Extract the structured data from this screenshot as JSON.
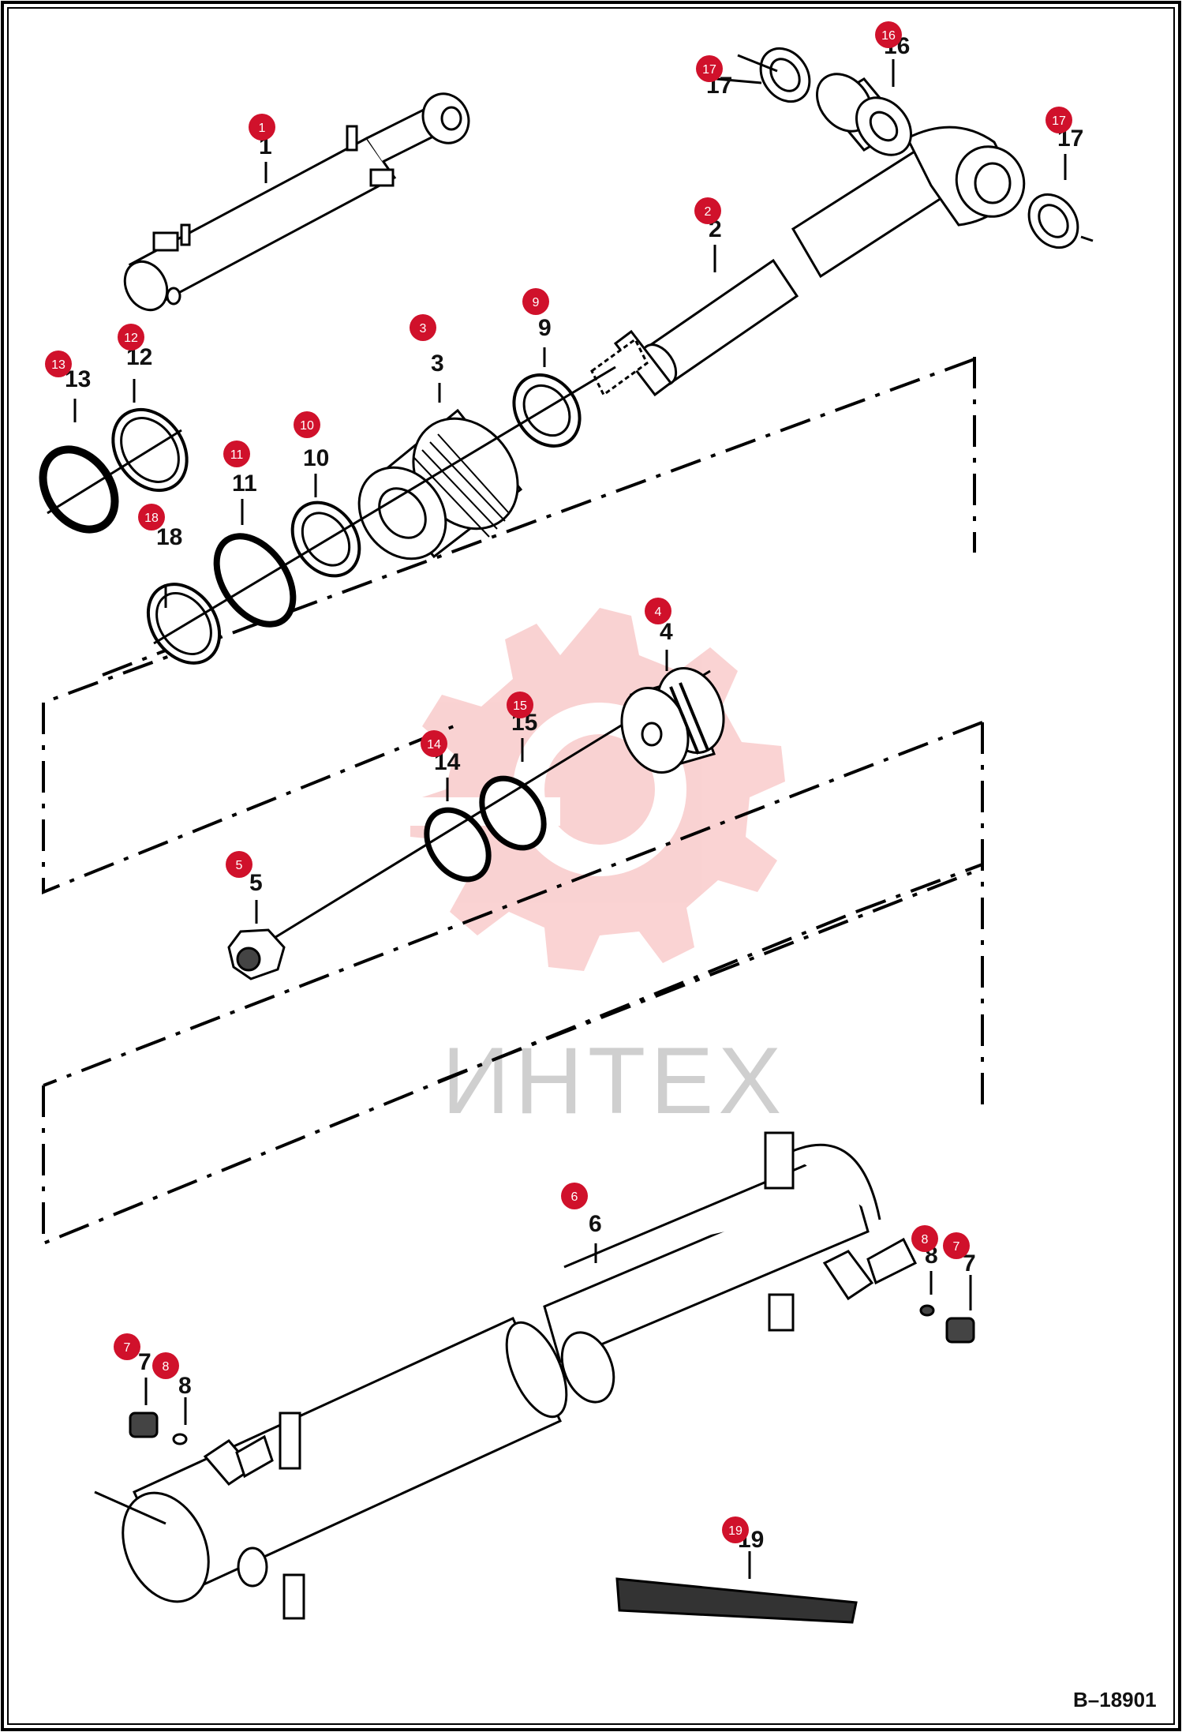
{
  "diagram": {
    "reference_code": "B–18901",
    "watermark_text": "ИНТЕХ",
    "badge_color": "#d0112b",
    "callouts": [
      {
        "id": "1",
        "label": "1"
      },
      {
        "id": "2",
        "label": "2"
      },
      {
        "id": "3",
        "label": "3"
      },
      {
        "id": "4",
        "label": "4"
      },
      {
        "id": "5",
        "label": "5"
      },
      {
        "id": "6",
        "label": "6"
      },
      {
        "id": "7a",
        "label": "7"
      },
      {
        "id": "7b",
        "label": "7"
      },
      {
        "id": "8a",
        "label": "8"
      },
      {
        "id": "8b",
        "label": "8"
      },
      {
        "id": "9",
        "label": "9"
      },
      {
        "id": "10",
        "label": "10"
      },
      {
        "id": "11",
        "label": "11"
      },
      {
        "id": "12",
        "label": "12"
      },
      {
        "id": "13",
        "label": "13"
      },
      {
        "id": "14",
        "label": "14"
      },
      {
        "id": "15",
        "label": "15"
      },
      {
        "id": "16",
        "label": "16"
      },
      {
        "id": "17a",
        "label": "17"
      },
      {
        "id": "17b",
        "label": "17"
      },
      {
        "id": "18",
        "label": "18"
      },
      {
        "id": "19",
        "label": "19"
      }
    ]
  }
}
